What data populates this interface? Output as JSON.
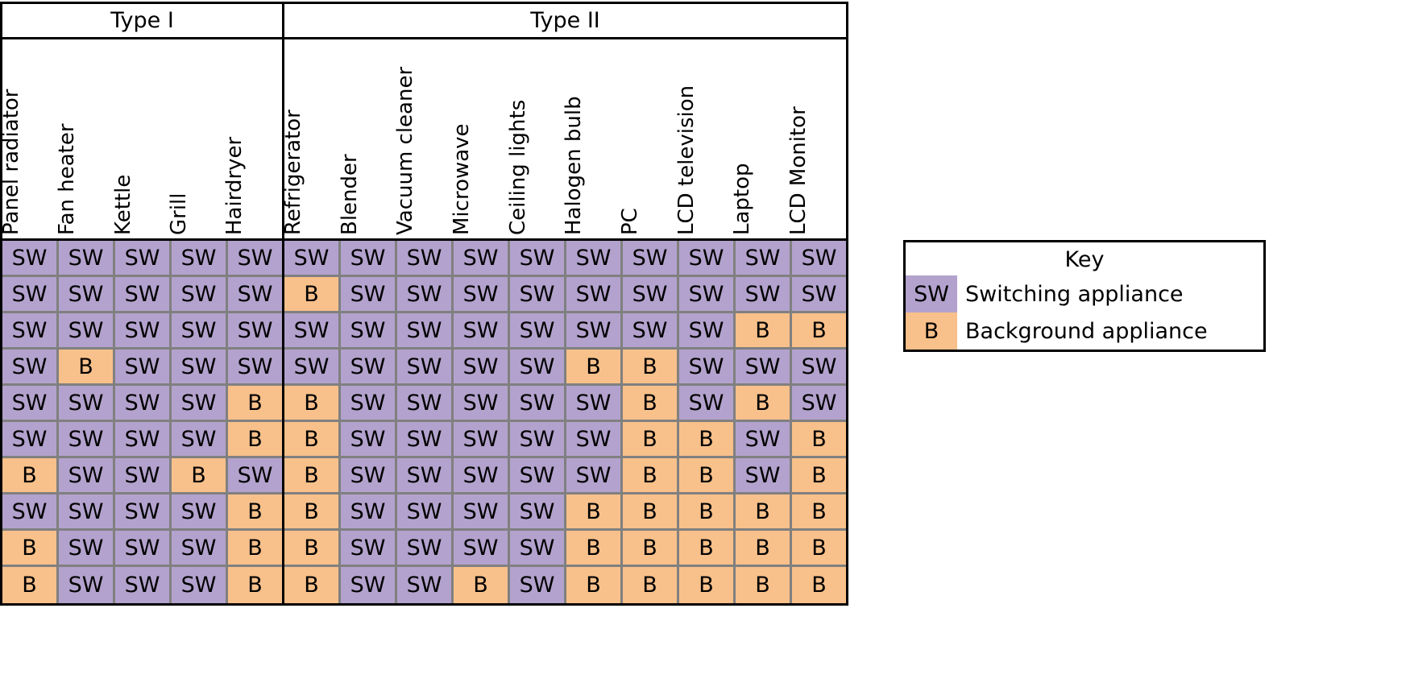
{
  "groups": [
    {
      "label": "Type I",
      "span": 5
    },
    {
      "label": "Type II",
      "span": 10
    }
  ],
  "columns": [
    "Panel radiator",
    "Fan heater",
    "Kettle",
    "Grill",
    "Hairdryer",
    "Refrigerator",
    "Blender",
    "Vacuum cleaner",
    "Microwave",
    "Ceiling lights",
    "Halogen bulb",
    "PC",
    "LCD television",
    "Laptop",
    "LCD Monitor"
  ],
  "key": {
    "title": "Key",
    "entries": [
      {
        "code": "SW",
        "label": "Switching appliance",
        "color": "#b3a2cd"
      },
      {
        "code": "B",
        "label": "Background appliance",
        "color": "#f8c08a"
      }
    ]
  },
  "colors": {
    "switching": "#b3a2cd",
    "background": "#f8c08a",
    "border": "#000000",
    "cell_gap": "#808080"
  },
  "chart_data": {
    "type": "heatmap",
    "title": "",
    "xlabel": "",
    "ylabel": "",
    "legend_position": "right",
    "grid": true,
    "categories": [
      "Panel radiator",
      "Fan heater",
      "Kettle",
      "Grill",
      "Hairdryer",
      "Refrigerator",
      "Blender",
      "Vacuum cleaner",
      "Microwave",
      "Ceiling lights",
      "Halogen bulb",
      "PC",
      "LCD television",
      "Laptop",
      "LCD Monitor"
    ],
    "value_legend": {
      "SW": "Switching appliance",
      "B": "Background appliance"
    },
    "rows": [
      [
        "SW",
        "SW",
        "SW",
        "SW",
        "SW",
        "SW",
        "SW",
        "SW",
        "SW",
        "SW",
        "SW",
        "SW",
        "SW",
        "SW",
        "SW"
      ],
      [
        "SW",
        "SW",
        "SW",
        "SW",
        "SW",
        "B",
        "SW",
        "SW",
        "SW",
        "SW",
        "SW",
        "SW",
        "SW",
        "SW",
        "SW"
      ],
      [
        "SW",
        "SW",
        "SW",
        "SW",
        "SW",
        "SW",
        "SW",
        "SW",
        "SW",
        "SW",
        "SW",
        "SW",
        "SW",
        "B",
        "B"
      ],
      [
        "SW",
        "B",
        "SW",
        "SW",
        "SW",
        "SW",
        "SW",
        "SW",
        "SW",
        "SW",
        "B",
        "B",
        "SW",
        "SW",
        "SW"
      ],
      [
        "SW",
        "SW",
        "SW",
        "SW",
        "B",
        "B",
        "SW",
        "SW",
        "SW",
        "SW",
        "SW",
        "B",
        "SW",
        "B",
        "SW"
      ],
      [
        "SW",
        "SW",
        "SW",
        "SW",
        "B",
        "B",
        "SW",
        "SW",
        "SW",
        "SW",
        "SW",
        "B",
        "B",
        "SW",
        "B"
      ],
      [
        "B",
        "SW",
        "SW",
        "B",
        "SW",
        "B",
        "SW",
        "SW",
        "SW",
        "SW",
        "SW",
        "B",
        "B",
        "SW",
        "B"
      ],
      [
        "SW",
        "SW",
        "SW",
        "SW",
        "B",
        "B",
        "SW",
        "SW",
        "SW",
        "SW",
        "B",
        "B",
        "B",
        "B",
        "B"
      ],
      [
        "B",
        "SW",
        "SW",
        "SW",
        "B",
        "B",
        "SW",
        "SW",
        "SW",
        "SW",
        "B",
        "B",
        "B",
        "B",
        "B"
      ],
      [
        "B",
        "SW",
        "SW",
        "SW",
        "B",
        "B",
        "SW",
        "SW",
        "B",
        "SW",
        "B",
        "B",
        "B",
        "B",
        "B"
      ]
    ]
  }
}
